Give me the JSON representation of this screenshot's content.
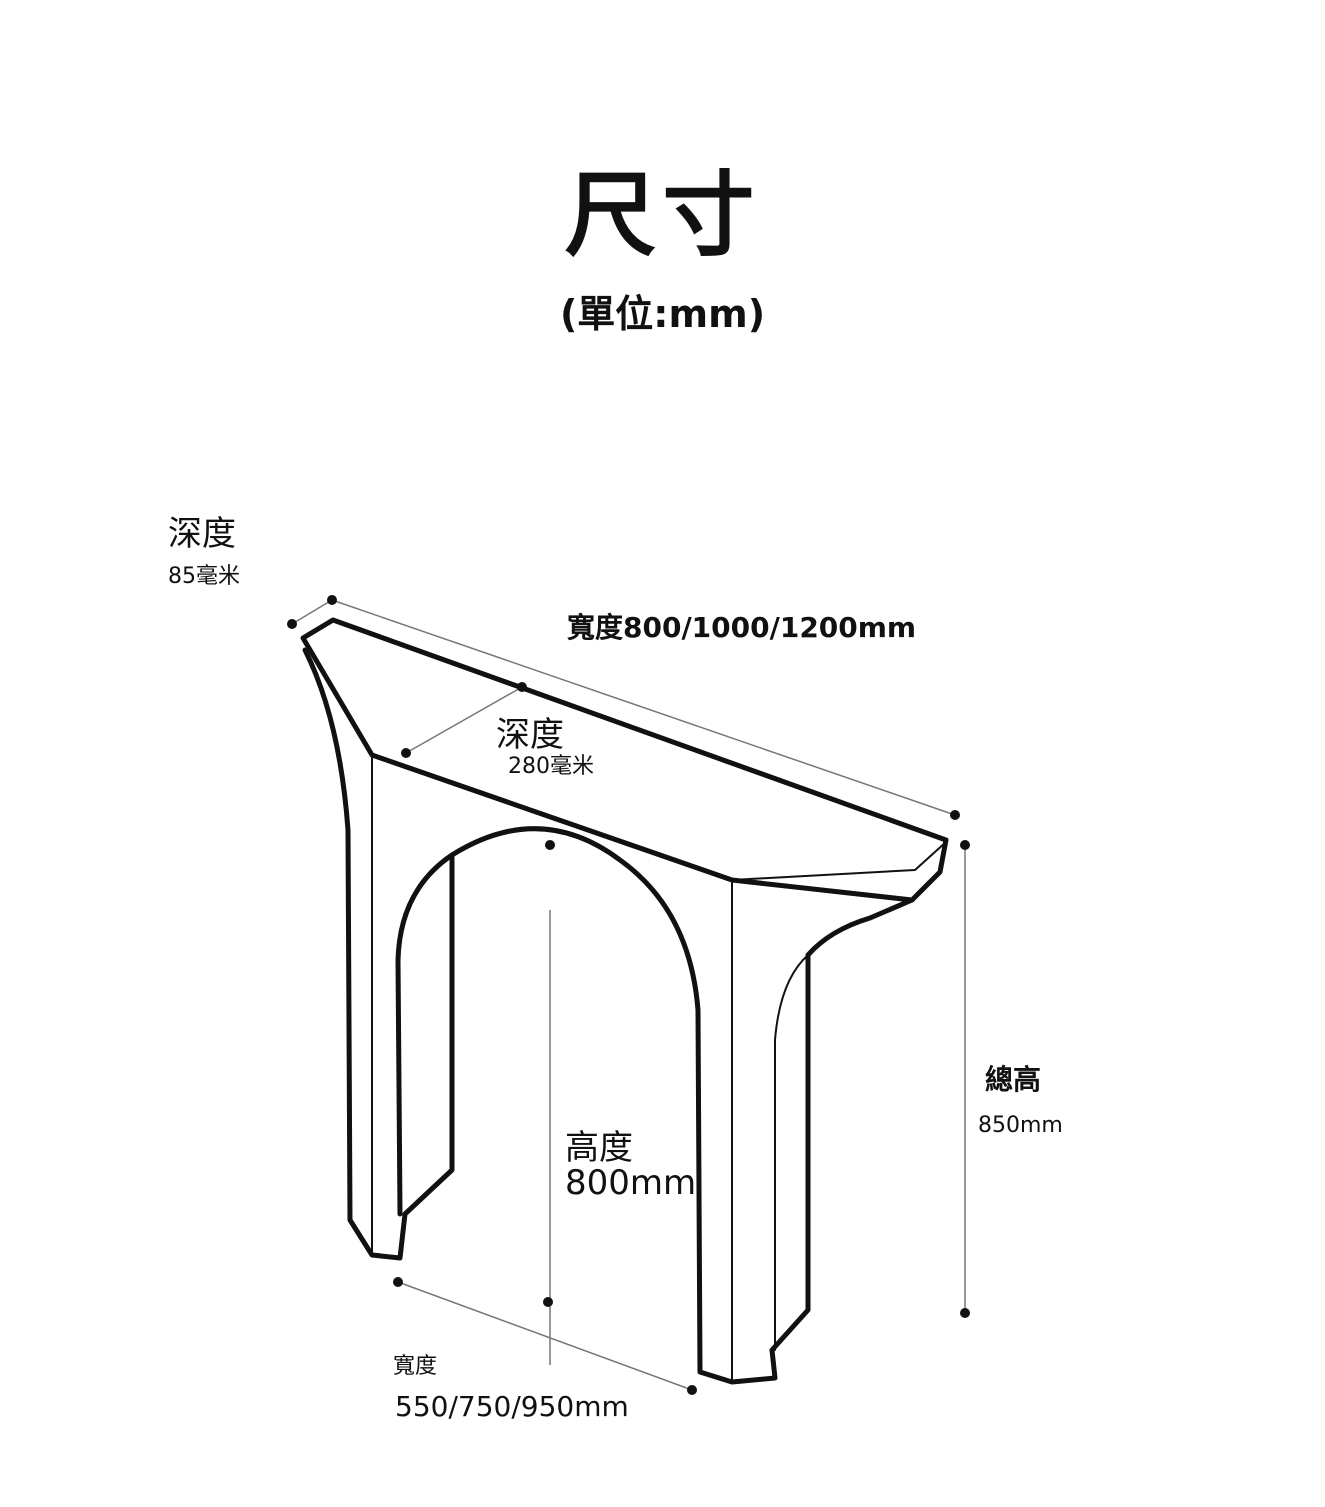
{
  "title": "尺寸",
  "unit": "(單位:mm)",
  "labels": {
    "depth_side": {
      "name": "深度",
      "value": "85毫米"
    },
    "width_top": "寬度800/1000/1200mm",
    "depth_top": {
      "name": "深度",
      "value": "280毫米"
    },
    "height_inner": {
      "name": "高度",
      "value": "800mm"
    },
    "total_height": {
      "name": "總高",
      "value": "850mm"
    },
    "leg_width": {
      "name": "寬度",
      "value": "550/750/950mm"
    }
  },
  "colors": {
    "line": "#111111",
    "guide": "#777777",
    "background": "#ffffff"
  }
}
